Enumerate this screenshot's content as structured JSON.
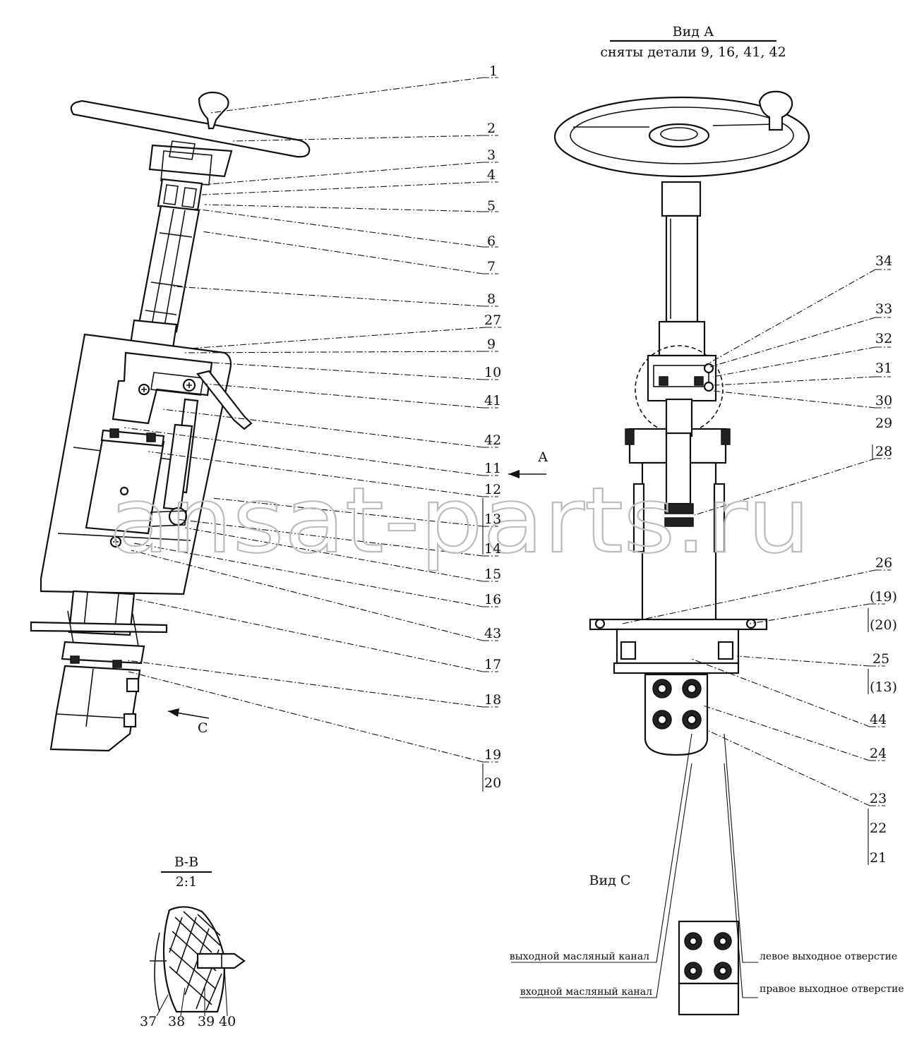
{
  "views": {
    "view_a_title": "Вид А",
    "view_a_note": "сняты детали 9, 16, 41, 42",
    "section_title": "В-В",
    "section_scale": "2:1",
    "view_c_title": "Вид С",
    "arrow_a": "А",
    "arrow_c": "С"
  },
  "callouts_left": [
    "1",
    "2",
    "3",
    "4",
    "5",
    "6",
    "7",
    "8",
    "27",
    "9",
    "10",
    "41",
    "42",
    "11",
    "12",
    "13",
    "14",
    "15",
    "16",
    "43",
    "17",
    "18",
    "19",
    "20"
  ],
  "callouts_right": [
    "34",
    "33",
    "32",
    "31",
    "30",
    "29",
    "28",
    "26",
    "(19)",
    "(20)",
    "25",
    "(13)",
    "44",
    "24",
    "23",
    "22",
    "21"
  ],
  "callouts_section": [
    "37",
    "38",
    "39",
    "40"
  ],
  "view_c_labels": {
    "outlet_oil_channel": "выходной масляный канал",
    "inlet_oil_channel": "входной масляный канал",
    "left_outlet": "левое выходное отверстие",
    "right_outlet": "правое выходное отверстие"
  },
  "watermark": "ansat-parts.ru"
}
